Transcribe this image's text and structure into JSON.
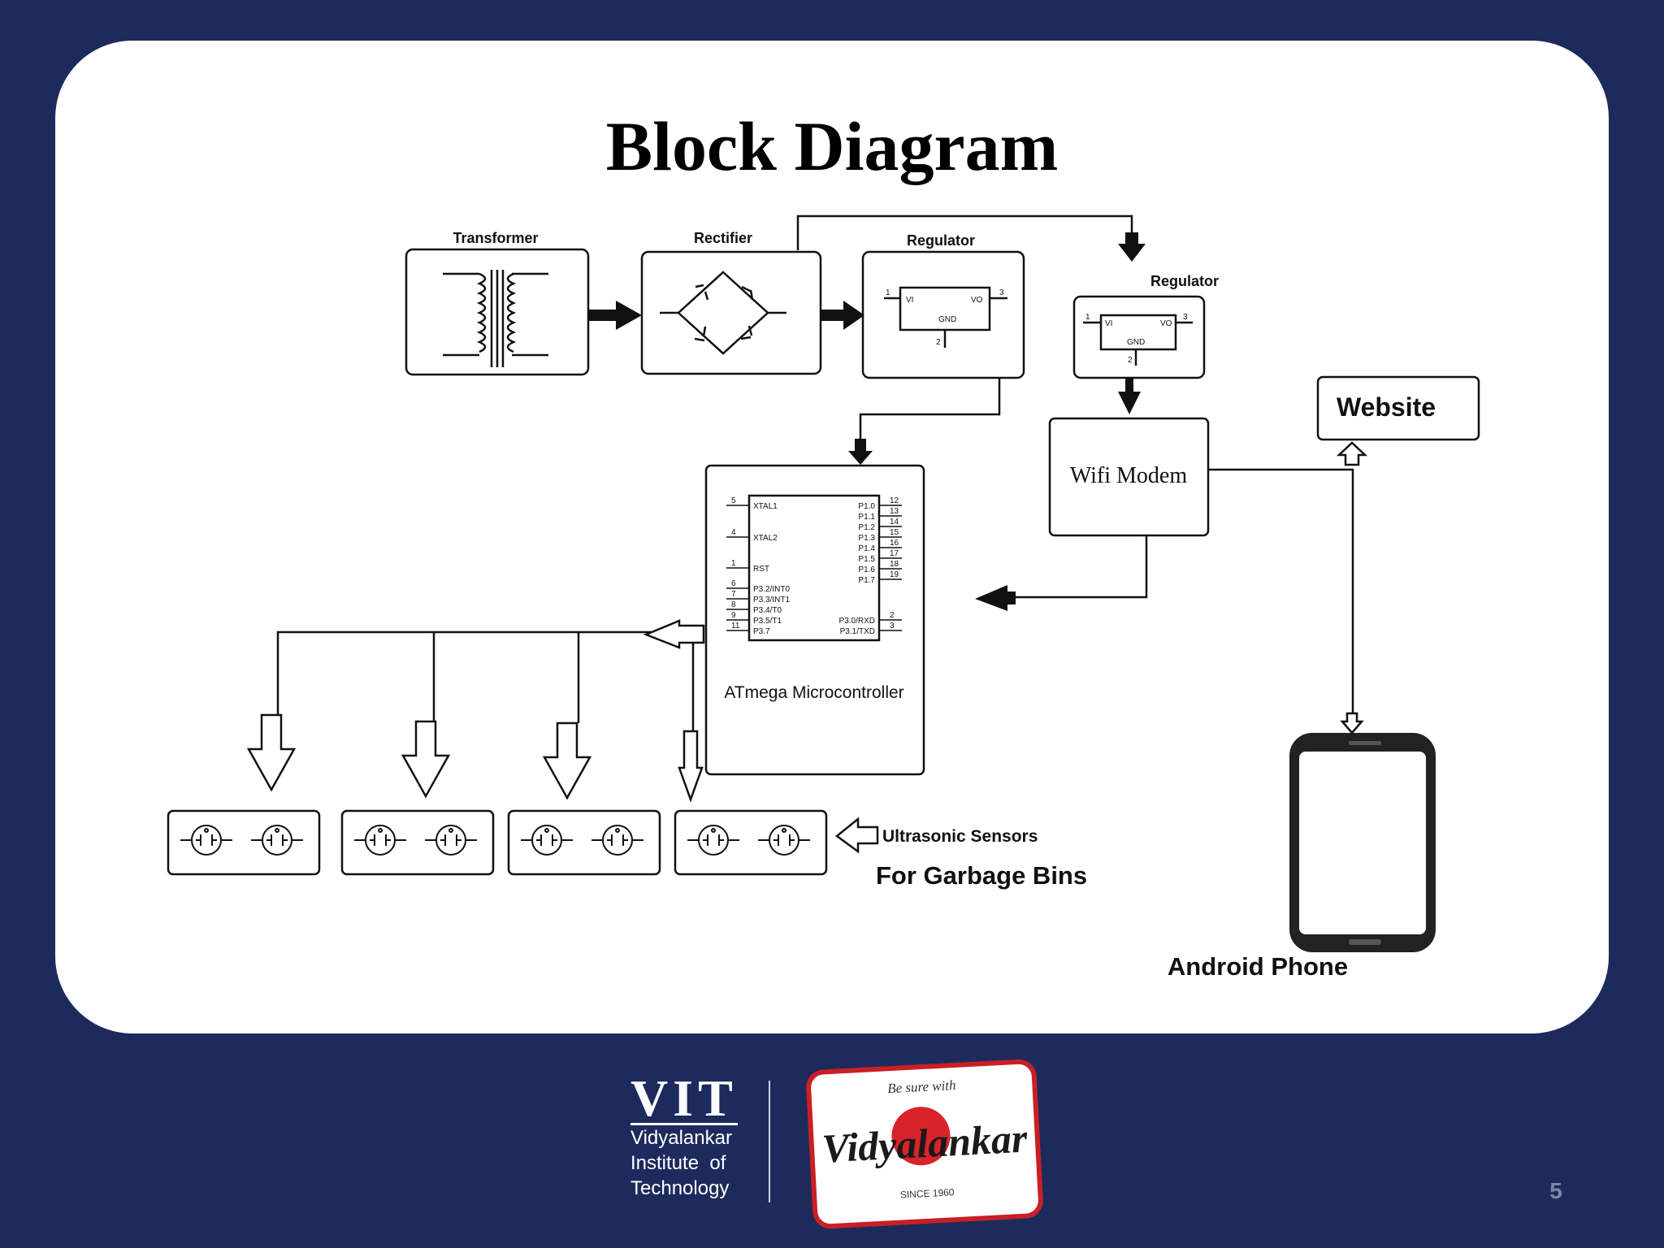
{
  "title": "Block Diagram",
  "blocks": {
    "transformer": "Transformer",
    "rectifier": "Rectifier",
    "regulator_1": "Regulator",
    "regulator_2": "Regulator",
    "wifi_modem": "Wifi Modem",
    "website": "Website",
    "microcontroller": "ATmega Microcontroller",
    "sensors": "Ultrasonic Sensors",
    "bins": "For Garbage Bins",
    "phone": "Android Phone"
  },
  "regulator_pins": {
    "vi": "VI",
    "vo": "VO",
    "gnd": "GND",
    "pin1": "1",
    "pin2": "2",
    "pin3": "3"
  },
  "mcu_pins": {
    "left": [
      {
        "num": "5",
        "name": "XTAL1"
      },
      {
        "num": "4",
        "name": "XTAL2"
      },
      {
        "num": "1",
        "name": "RST"
      },
      {
        "num": "6",
        "name": "P3.2/INT0"
      },
      {
        "num": "7",
        "name": "P3.3/INT1"
      },
      {
        "num": "8",
        "name": "P3.4/T0"
      },
      {
        "num": "9",
        "name": "P3.5/T1"
      },
      {
        "num": "11",
        "name": "P3.7"
      }
    ],
    "right": [
      {
        "num": "12",
        "name": "P1.0"
      },
      {
        "num": "13",
        "name": "P1.1"
      },
      {
        "num": "14",
        "name": "P1.2"
      },
      {
        "num": "15",
        "name": "P1.3"
      },
      {
        "num": "16",
        "name": "P1.4"
      },
      {
        "num": "17",
        "name": "P1.5"
      },
      {
        "num": "18",
        "name": "P1.6"
      },
      {
        "num": "19",
        "name": "P1.7"
      },
      {
        "num": "2",
        "name": "P3.0/RXD"
      },
      {
        "num": "3",
        "name": "P3.1/TXD"
      }
    ]
  },
  "footer": {
    "vit_mark": "VIT",
    "vit_lines": [
      "Vidyalankar",
      "Institute  of",
      "Technology"
    ],
    "badge_tagline": "Be sure with",
    "badge_name": "Vidyalankar",
    "badge_since": "SINCE 1960",
    "page_number": "5"
  },
  "colors": {
    "background": "#1d2a5c",
    "card": "#ffffff",
    "line": "#111111",
    "badge_red": "#c91f25"
  }
}
